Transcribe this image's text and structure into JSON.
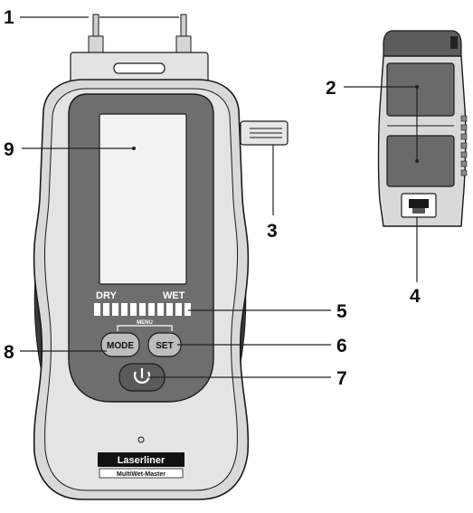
{
  "callouts": [
    {
      "id": "1",
      "label": "1",
      "target": "measuring-electrodes"
    },
    {
      "id": "2",
      "label": "2",
      "target": "rear-contact-pads"
    },
    {
      "id": "3",
      "label": "3",
      "target": "electrode-protective-cap"
    },
    {
      "id": "4",
      "label": "4",
      "target": "battery-compartment-clip"
    },
    {
      "id": "5",
      "label": "5",
      "target": "moisture-led-bar"
    },
    {
      "id": "6",
      "label": "6",
      "target": "set-button"
    },
    {
      "id": "7",
      "label": "7",
      "target": "power-button"
    },
    {
      "id": "8",
      "label": "8",
      "target": "mode-button"
    },
    {
      "id": "9",
      "label": "9",
      "target": "lcd-display"
    }
  ],
  "device": {
    "scale_left": "DRY",
    "scale_right": "WET",
    "mode_label": "MODE",
    "set_label": "SET",
    "bracket_label": "MENU",
    "brand": "Laserliner",
    "model": "MultiWet-Master",
    "power_icon": "power-icon"
  },
  "colors": {
    "body": "#d9d9d9",
    "face": "#6e6e6e",
    "lcd": "#f2f2f2",
    "outline": "#1a1a1a"
  }
}
